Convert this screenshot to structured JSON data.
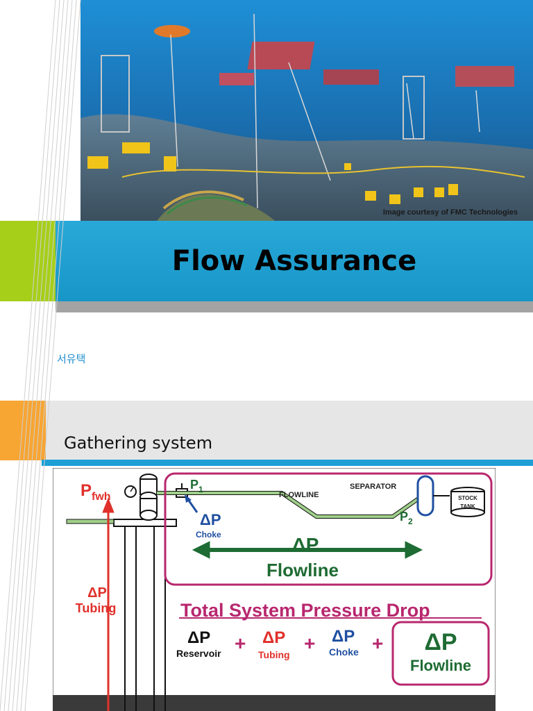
{
  "slide1": {
    "image_credit": "Image courtesy of FMC Technologies",
    "title": "Flow Assurance",
    "author": "서유택"
  },
  "slide2": {
    "subtitle": "Gathering system",
    "diagram": {
      "p_fwh": "P",
      "p_fwh_sub": "fwh",
      "p1": "P",
      "p1_sub": "1",
      "p2": "P",
      "p2_sub": "2",
      "flowline_label": "FLOWLINE",
      "separator_label": "SEPARATOR",
      "stock_tank_line1": "STOCK",
      "stock_tank_line2": "TANK",
      "dp_choke_symbol": "ΔP",
      "dp_choke_label": "Choke",
      "dp_flowline_symbol": "ΔP",
      "dp_flowline_label": "Flowline",
      "dp_tubing_symbol": "ΔP",
      "dp_tubing_label": "Tubing",
      "total_heading": "Total  System Pressure  Drop",
      "eq_reservoir_symbol": "ΔP",
      "eq_reservoir_label": "Reservoir",
      "eq_tubing_symbol": "ΔP",
      "eq_tubing_label": "Tubing",
      "eq_choke_symbol": "ΔP",
      "eq_choke_label": "Choke",
      "eq_flowline_symbol": "ΔP",
      "eq_flowline_label": "Flowline",
      "plus": "+"
    },
    "colors": {
      "red": "#e0302a",
      "green": "#1e6b33",
      "blue": "#1f4fa0",
      "magenta": "#b8276e",
      "pipe_green": "#9fcf8a"
    }
  }
}
